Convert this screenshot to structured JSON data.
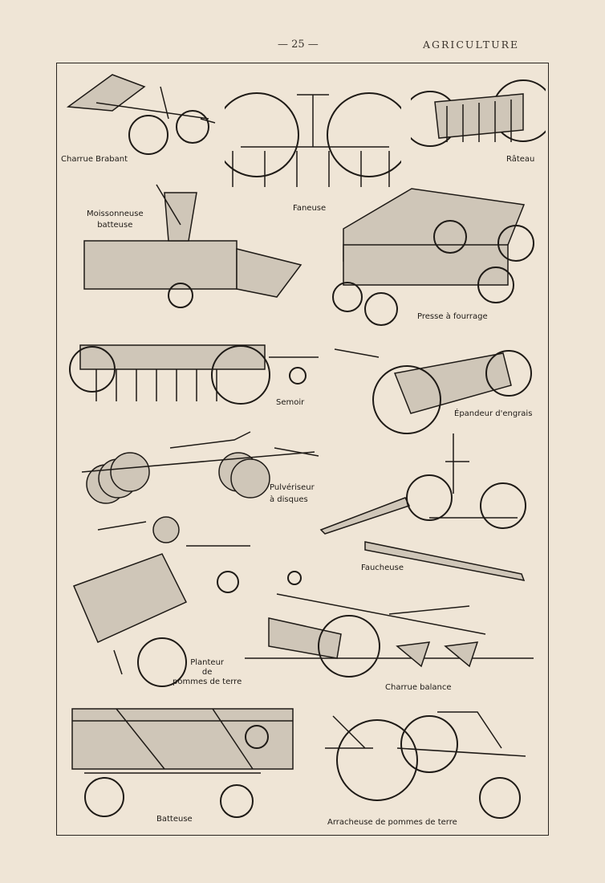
{
  "header": {
    "page_number": "— 25 —",
    "section": "AGRICULTURE"
  },
  "figures": [
    {
      "label": "Charrue Brabant"
    },
    {
      "label": "Faneuse"
    },
    {
      "label": "Râteau"
    },
    {
      "label_lines": [
        "Moissonneuse",
        "batteuse"
      ]
    },
    {
      "label": "Presse à fourrage"
    },
    {
      "label": "Semoir"
    },
    {
      "label": "Épandeur d'engrais"
    },
    {
      "label_lines": [
        "Pulvériseur",
        "à disques"
      ]
    },
    {
      "label": "Faucheuse"
    },
    {
      "label_lines": [
        "Planteur",
        "de",
        "pommes de terre"
      ]
    },
    {
      "label": "Charrue balance"
    },
    {
      "label": "Batteuse"
    },
    {
      "label": "Arracheuse de pommes de terre"
    }
  ]
}
